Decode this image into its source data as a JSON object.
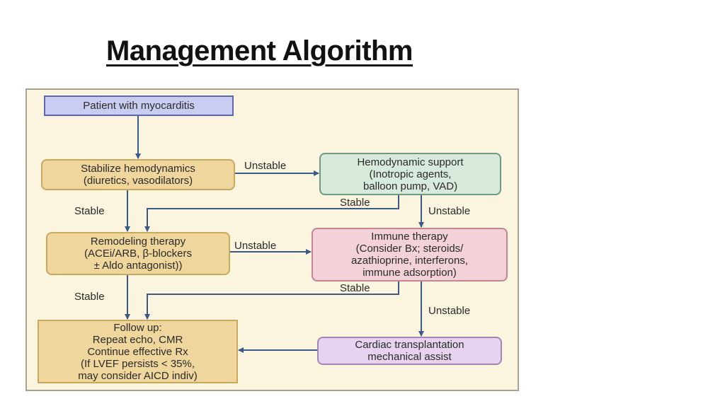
{
  "title": "Management Algorithm",
  "nodes": {
    "patient": [
      "Patient with myocarditis"
    ],
    "stabilize": [
      "Stabilize hemodynamics",
      "(diuretics, vasodilators)"
    ],
    "hemodynamic": [
      "Hemodynamic support",
      "(Inotropic agents,",
      "balloon pump, VAD)"
    ],
    "remodeling": [
      "Remodeling therapy",
      "(ACEi/ARB, β-blockers",
      "± Aldo antagonist))"
    ],
    "immune": [
      "Immune therapy",
      "(Consider Bx; steroids/",
      "azathioprine, interferons,",
      "immune adsorption)"
    ],
    "followup": [
      "Follow up:",
      "Repeat echo, CMR",
      "Continue effective Rx",
      "(If LVEF persists < 35%,",
      "may consider AICD indiv)"
    ],
    "transplant": [
      "Cardiac transplantation",
      "mechanical assist"
    ]
  },
  "edges": {
    "stabilize_unstable": "Unstable",
    "stabilize_stable": "Stable",
    "hemodynamic_stable": "Stable",
    "hemodynamic_unstable": "Unstable",
    "remodeling_unstable": "Unstable",
    "remodeling_stable": "Stable",
    "immune_stable": "Stable",
    "immune_unstable": "Unstable"
  },
  "colors": {
    "arrow": "#3b5a88"
  }
}
